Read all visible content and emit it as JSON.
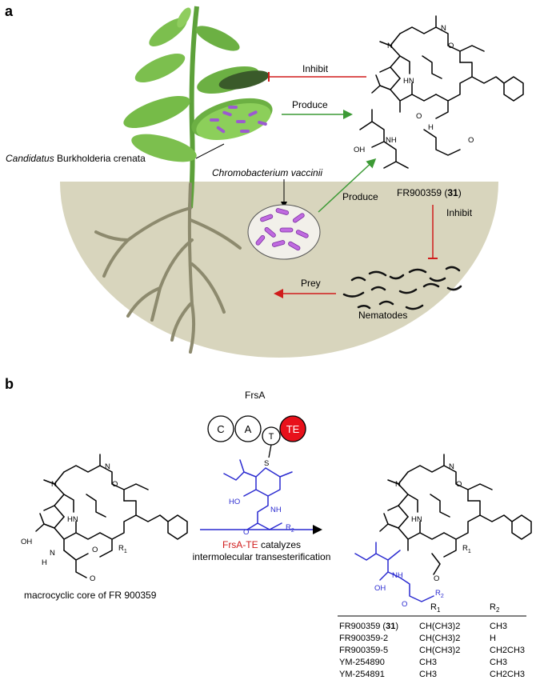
{
  "panel_a": {
    "label": "a",
    "inhibit_top": "Inhibit",
    "produce_top": "Produce",
    "plant_bacterium_italic": "Candidatus",
    "plant_bacterium_rest": " Burkholderia crenata",
    "soil_bacterium": "Chromobacterium vaccinii",
    "produce_soil": "Produce",
    "compound_name": "FR900359 (",
    "compound_num": "31",
    "compound_close": ")",
    "inhibit_side": "Inhibit",
    "prey": "Prey",
    "nematodes": "Nematodes"
  },
  "panel_b": {
    "label": "b",
    "enzyme_name": "FrsA",
    "domains": [
      "C",
      "A",
      "T",
      "TE"
    ],
    "domain_colors": {
      "normal": "#ffffff",
      "te": "#e8111b"
    },
    "thio_label": "S",
    "r2_label": "R",
    "r2_sub": "2",
    "macro_caption": "macrocyclic core of FR 900359",
    "r1_label": "R",
    "r1_sub": "1",
    "reaction_red": "FrsA-TE",
    "reaction_rest": " catalyzes",
    "reaction_line2": "intermolecular transesterification",
    "table": {
      "headers": [
        {
          "base": "R",
          "sub": "1"
        },
        {
          "base": "R",
          "sub": "2"
        }
      ],
      "rows": [
        {
          "name": "FR900359 (",
          "bold": "31",
          "close": ")",
          "r1": "CH(CH3)2",
          "r2": "CH3"
        },
        {
          "name": "FR900359-2",
          "bold": "",
          "close": "",
          "r1": "CH(CH3)2",
          "r2": "H"
        },
        {
          "name": "FR900359-5",
          "bold": "",
          "close": "",
          "r1": "CH(CH3)2",
          "r2": "CH2CH3"
        },
        {
          "name": "YM-254890",
          "bold": "",
          "close": "",
          "r1": "CH3",
          "r2": "CH3"
        },
        {
          "name": "YM-254891",
          "bold": "",
          "close": "",
          "r1": "CH3",
          "r2": "CH2CH3"
        }
      ]
    }
  },
  "colors": {
    "soil": "#d8d5bd",
    "plant": "#5da13a",
    "inhibit_arrow": "#d01c1c",
    "produce_arrow": "#3c9a35",
    "prey_arrow": "#d01c1c",
    "bacteria": "#b85ad6",
    "blue_fragment": "#2a2ad0"
  },
  "atom_labels": [
    "N",
    "H",
    "O",
    "OH",
    "HN",
    "S"
  ]
}
